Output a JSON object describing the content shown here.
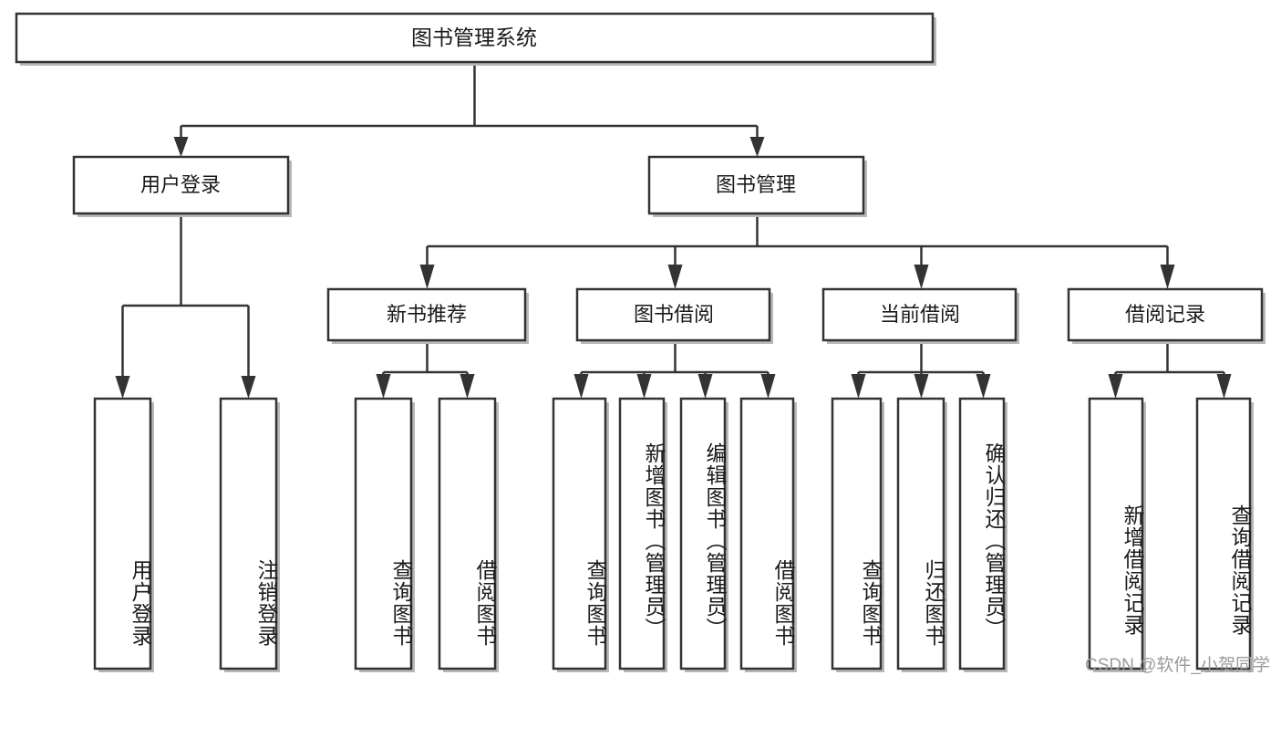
{
  "diagram": {
    "type": "tree",
    "title": "图书管理系统",
    "watermark": "CSDN @软件_小贺同学",
    "colors": {
      "background": "#ffffff",
      "box_stroke": "#333333",
      "box_fill": "#ffffff",
      "connector": "#333333",
      "text": "#1a1a1a",
      "shadow": "#b8b8b8",
      "watermark": "#9a9a9a"
    },
    "root": {
      "id": "root",
      "label": "图书管理系统"
    },
    "level2": [
      {
        "id": "user-login",
        "label": "用户登录"
      },
      {
        "id": "book-manage",
        "label": "图书管理"
      }
    ],
    "level3": [
      {
        "id": "new-book-rec",
        "label": "新书推荐",
        "parent": "book-manage"
      },
      {
        "id": "book-borrow",
        "label": "图书借阅",
        "parent": "book-manage"
      },
      {
        "id": "current-borrow",
        "label": "当前借阅",
        "parent": "book-manage"
      },
      {
        "id": "borrow-record",
        "label": "借阅记录",
        "parent": "book-manage"
      }
    ],
    "leaves": [
      {
        "id": "leaf-user-login",
        "label": "用户登录",
        "parent": "user-login"
      },
      {
        "id": "leaf-logout",
        "label": "注销登录",
        "parent": "user-login"
      },
      {
        "id": "leaf-query-book-1",
        "label": "查询图书",
        "parent": "new-book-rec"
      },
      {
        "id": "leaf-borrow-book-1",
        "label": "借阅图书",
        "parent": "new-book-rec"
      },
      {
        "id": "leaf-query-book-2",
        "label": "查询图书",
        "parent": "book-borrow"
      },
      {
        "id": "leaf-add-book",
        "label": "新增图书（管理员）",
        "parent": "book-borrow"
      },
      {
        "id": "leaf-edit-book",
        "label": "编辑图书（管理员）",
        "parent": "book-borrow"
      },
      {
        "id": "leaf-borrow-book-2",
        "label": "借阅图书",
        "parent": "book-borrow"
      },
      {
        "id": "leaf-query-book-3",
        "label": "查询图书",
        "parent": "current-borrow"
      },
      {
        "id": "leaf-return-book",
        "label": "归还图书",
        "parent": "current-borrow"
      },
      {
        "id": "leaf-confirm-return",
        "label": "确认归还（管理员）",
        "parent": "current-borrow"
      },
      {
        "id": "leaf-add-record",
        "label": "新增借阅记录",
        "parent": "borrow-record"
      },
      {
        "id": "leaf-query-record",
        "label": "查询借阅记录",
        "parent": "borrow-record"
      }
    ]
  }
}
